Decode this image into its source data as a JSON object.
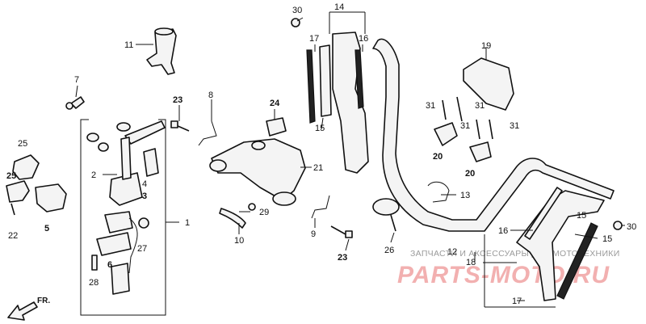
{
  "diagram": {
    "callouts": [
      "1",
      "2",
      "3",
      "4",
      "5",
      "6",
      "7",
      "8",
      "9",
      "10",
      "11",
      "12",
      "13",
      "14",
      "15",
      "15",
      "15",
      "16",
      "16",
      "17",
      "17",
      "18",
      "19",
      "20",
      "20",
      "21",
      "22",
      "23",
      "23",
      "24",
      "25",
      "25",
      "26",
      "27",
      "28",
      "29",
      "30",
      "30",
      "31",
      "31",
      "31",
      "31"
    ],
    "direction_label": "FR."
  },
  "watermark": {
    "top_text": "ЗАПЧАСТИ И АКСЕССУАРЫ ДЛЯ МОТОТЕХНИКИ",
    "logo_text": "PARTS-MOTO.RU"
  }
}
